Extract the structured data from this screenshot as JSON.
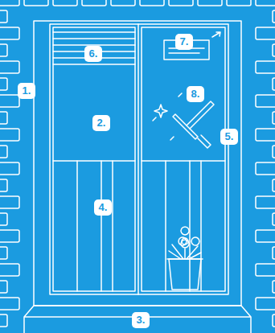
{
  "diagram": {
    "labels": [
      "1.",
      "2.",
      "3.",
      "4.",
      "5.",
      "6.",
      "7.",
      "8."
    ]
  }
}
